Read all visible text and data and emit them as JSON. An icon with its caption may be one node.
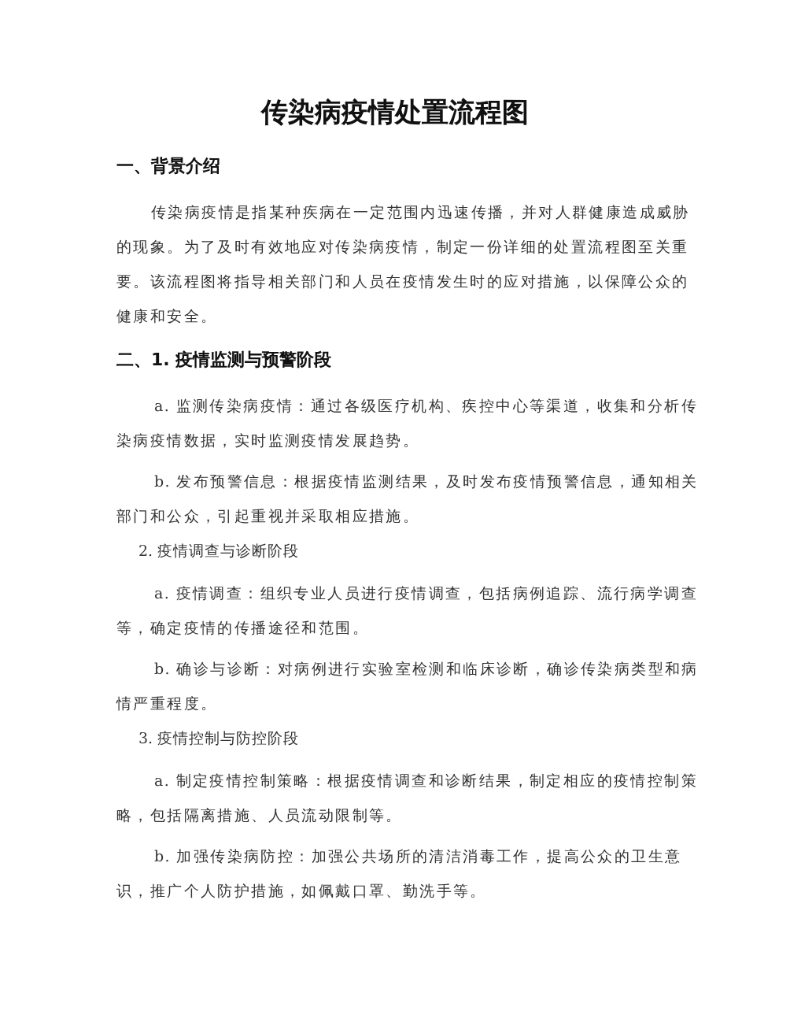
{
  "diagram": {
    "title": "传染病疫情处置流程图",
    "labels": [
      "一、背景介绍",
      "传染病疫情是指某种疾病在一定范围内迅速传播，并对人群健康造成威胁的现象。为了及时有效地应对传染病疫情，制定一份详细的处置流程图至关重要。该流程图将指导相关部门和人员在疫情发生时的应对措施，以保障公众的健康和安全。",
      "二、1. 疫情监测与预警阶段",
      "a. 监测传染病疫情：通过各级医疗机构、疾控中心等渠道，收集和分析传染病疫情数据，实时监测疫情发展趋势。",
      "b. 发布预警信息：根据疫情监测结果，及时发布疫情预警信息，通知相关部门和公众，引起重视并采取相应措施。",
      "2. 疫情调查与诊断阶段",
      "a. 疫情调查：组织专业人员进行疫情调查，包括病例追踪、流行病学调查等，确定疫情的传播途径和范围。",
      "b. 确诊与诊断：对病例进行实验室检测和临床诊断，确诊传染病类型和病情严重程度。",
      "3. 疫情控制与防控阶段",
      "a. 制定疫情控制策略：根据疫情调查和诊断结果，制定相应的疫情控制策略，包括隔离措施、人员流动限制等。",
      "b. 加强传染病防控：加强公共场所的清洁消毒工作，提高公众的卫生意识，推广个人防护措施，如佩戴口罩、勤洗手等。"
    ]
  }
}
